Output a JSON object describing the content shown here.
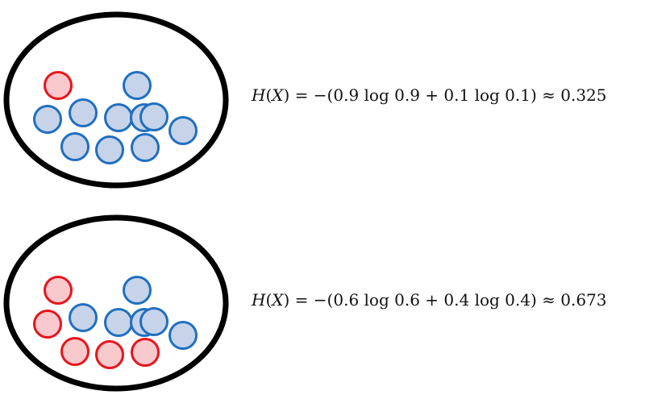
{
  "colors": {
    "outline": "#000000",
    "red_stroke": "#e8141c",
    "red_fill": "#f7c9cc",
    "blue_stroke": "#1f6fc0",
    "blue_fill": "#c7d3e8"
  },
  "panels": [
    {
      "balls": [
        "red",
        "blue",
        "blue",
        "blue",
        "blue",
        "blue",
        "blue",
        "blue",
        "blue",
        "blue",
        "blue"
      ],
      "formula": {
        "fn": "H",
        "arg": "X",
        "rhs": " = −(0.9 log 0.9 + 0.1 log 0.1) ≈ 0.325"
      }
    },
    {
      "balls": [
        "red",
        "blue",
        "red",
        "blue",
        "blue",
        "blue",
        "blue",
        "red",
        "red",
        "red",
        "blue"
      ],
      "formula": {
        "fn": "H",
        "arg": "X",
        "rhs": " = −(0.6 log 0.6 + 0.4 log 0.4) ≈ 0.673"
      }
    }
  ]
}
